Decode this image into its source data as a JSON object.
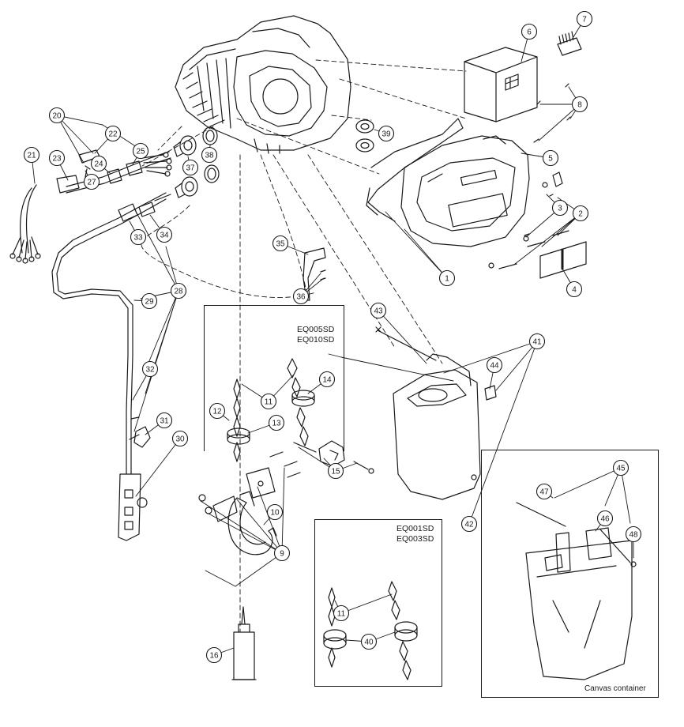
{
  "diagram": {
    "panels": {
      "upper_models": [
        "EQ005SD",
        "EQ010SD"
      ],
      "lower_models": [
        "EQ001SD",
        "EQ003SD"
      ],
      "container_label": "Canvas container"
    },
    "callouts": [
      "1",
      "2",
      "3",
      "4",
      "5",
      "6",
      "7",
      "8",
      "9",
      "10",
      "11",
      "12",
      "13",
      "14",
      "15",
      "16",
      "20",
      "21",
      "22",
      "23",
      "24",
      "25",
      "27",
      "28",
      "29",
      "30",
      "31",
      "32",
      "33",
      "34",
      "35",
      "36",
      "37",
      "38",
      "39",
      "40",
      "41",
      "42",
      "43",
      "44",
      "45",
      "46",
      "47",
      "48"
    ],
    "colors": {
      "ink": "#1a1a1a",
      "paper": "#ffffff",
      "shade": "#cfcfcf"
    }
  }
}
